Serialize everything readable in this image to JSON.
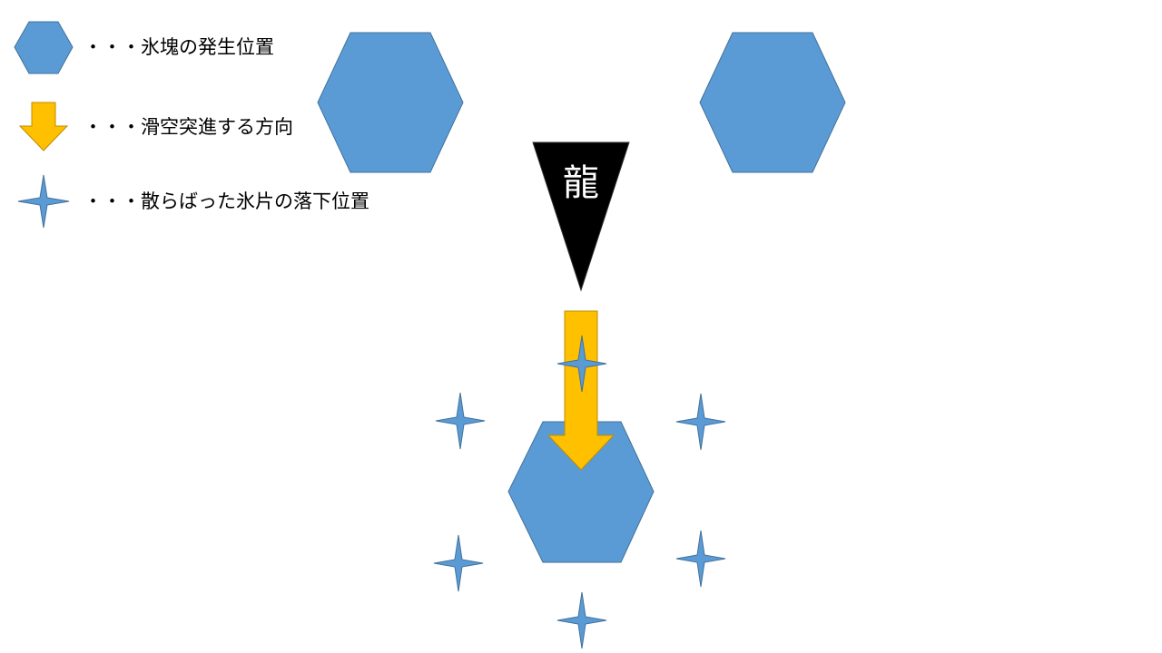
{
  "legend": {
    "items": [
      {
        "icon": "hexagon",
        "label": "・・・氷塊の発生位置"
      },
      {
        "icon": "down-arrow",
        "label": "・・・滑空突進する方向"
      },
      {
        "icon": "four-point-star",
        "label": "・・・散らばった氷片の落下位置"
      }
    ]
  },
  "dragon": {
    "label": "龍"
  },
  "colors": {
    "ice": "#5B9BD5",
    "ice_stroke": "#41719C",
    "arrow": "#FFC000",
    "arrow_stroke": "#BC8C00",
    "dragon": "#000000"
  }
}
